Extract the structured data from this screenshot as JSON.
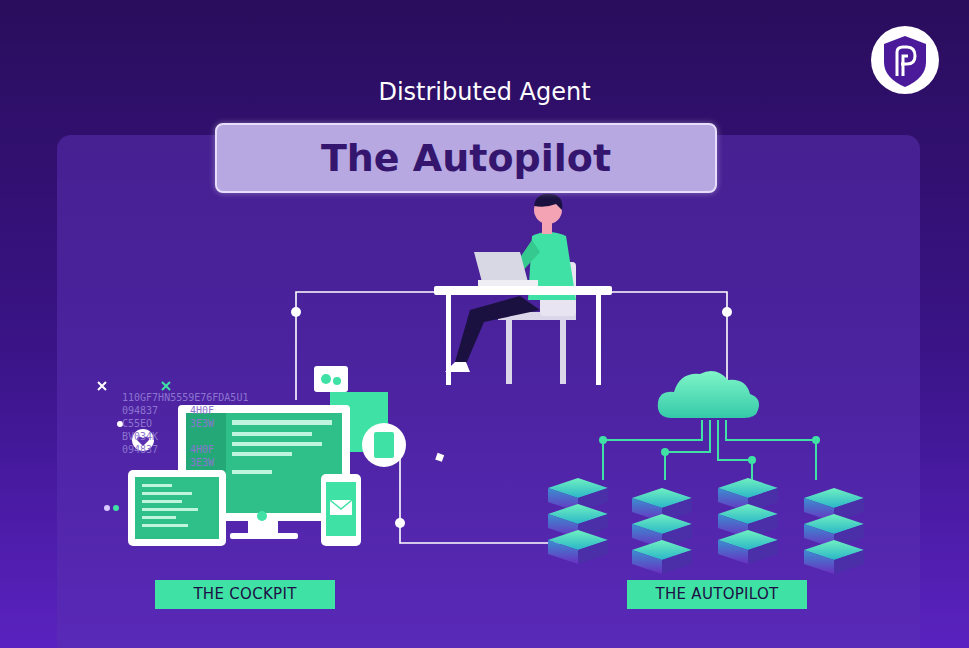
{
  "diagram": {
    "title": "Distributed Agent",
    "nodes": [
      {
        "text": [
          "The Autopilot"
        ]
      },
      {
        "text": [
          "THE COCKPIT"
        ]
      },
      {
        "text": [
          "THE AUTOPILOT"
        ]
      }
    ],
    "labels": [
      "110GF7HN5559E76FDA5U1",
      "094837",
      "C55EO",
      "BV034K",
      "094837",
      "4H0F",
      "3E3W",
      "4H0F",
      "3E3W"
    ]
  }
}
